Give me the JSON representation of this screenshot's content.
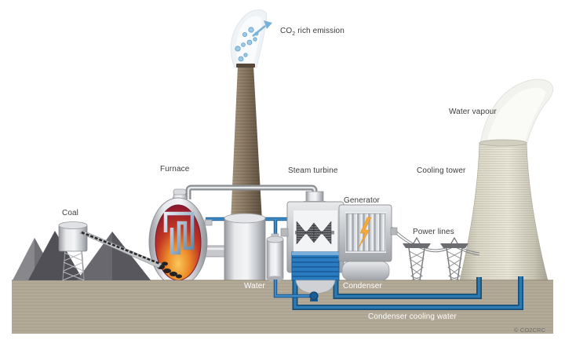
{
  "labels": {
    "coal": "Coal",
    "furnace": "Furnace",
    "co2_prefix": "CO",
    "co2_sub": "2",
    "co2_suffix": "rich emission",
    "steam_turbine": "Steam turbine",
    "generator": "Generator",
    "water_vapour": "Water vapour",
    "cooling_tower": "Cooling tower",
    "power_lines": "Power lines",
    "water": "Water",
    "condenser": "Condenser",
    "condenser_cooling_water": "Condenser cooling water",
    "credit": "© CO2CRC"
  },
  "colors": {
    "ground": "#b1a795",
    "chimney_brown": "#8d7c66",
    "furnace_fire_top": "#87152f",
    "furnace_fire_glow": "#f9c85c",
    "condenser_blue": "#2a7cc0",
    "pipe_blue": "#2d7ab2",
    "pipe_blue_dark": "#174f78",
    "lightning_yellow": "#f3a93c",
    "cooling_tower_beige": "#e9e5d7",
    "coal_gray": "#57575d",
    "steel_silver": "#c4c7cb"
  },
  "icons": {
    "smoke_plume": "co2-emission-plume",
    "vapour_plume": "water-vapour-plume",
    "lightning": "electricity-bolt-icon",
    "co2_arrow": "emission-arrow-icon"
  }
}
